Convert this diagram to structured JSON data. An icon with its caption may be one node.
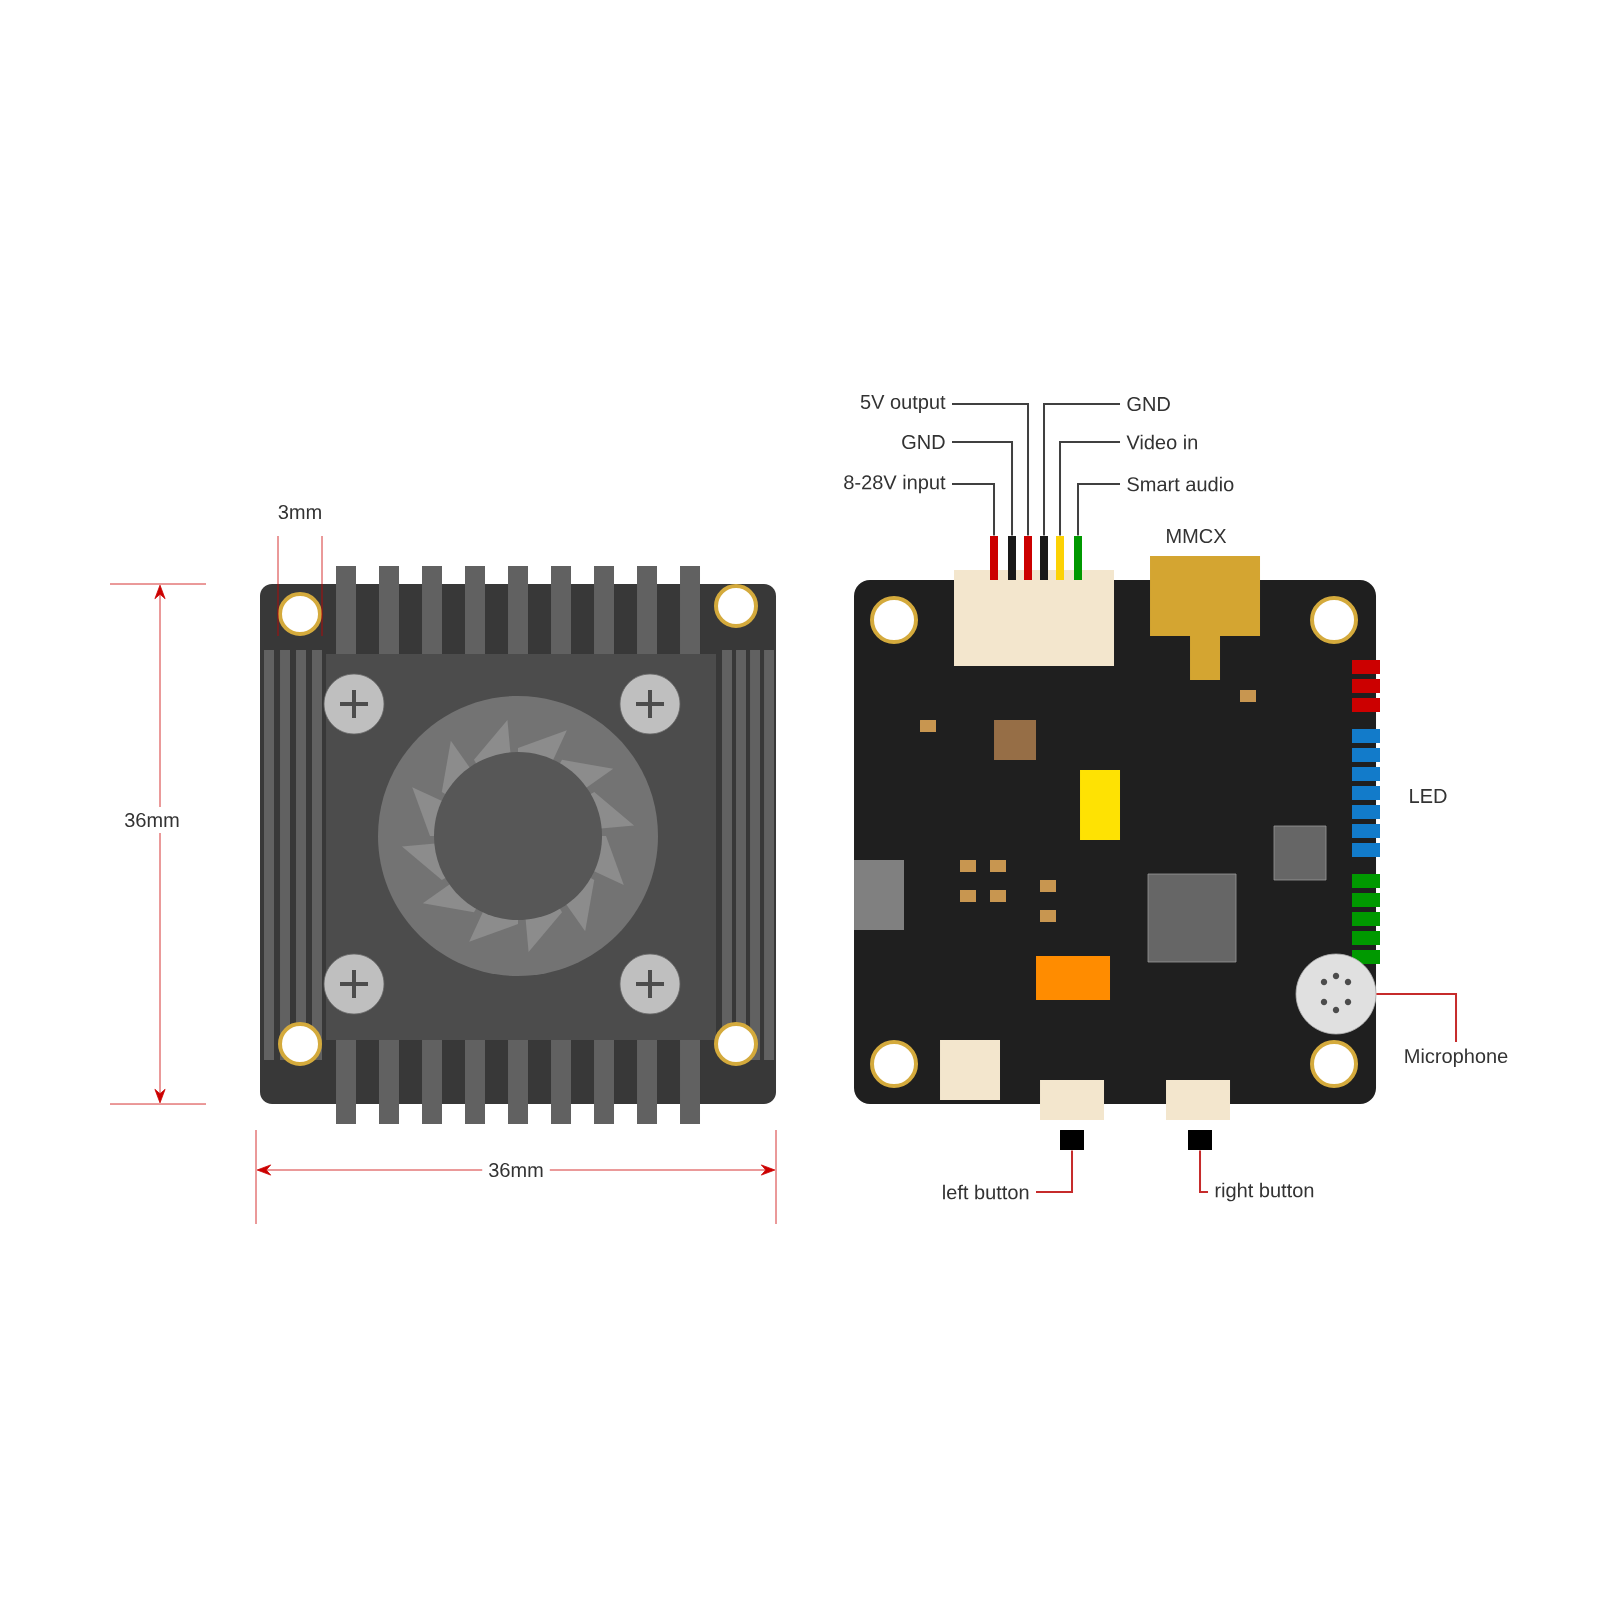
{
  "diagram": {
    "nodes": [
      {
        "text": [
          "5V output"
        ]
      },
      {
        "text": [
          "GND"
        ]
      },
      {
        "text": [
          "8-28V input"
        ]
      },
      {
        "text": [
          "GND"
        ]
      },
      {
        "text": [
          "Video in"
        ]
      },
      {
        "text": [
          "Smart audio"
        ]
      },
      {
        "text": [],
        "shape": "bar"
      },
      {
        "text": [],
        "shape": "bar"
      },
      {
        "text": [],
        "shape": "bar"
      },
      {
        "text": [],
        "shape": "bar"
      },
      {
        "text": [],
        "shape": "bar"
      },
      {
        "text": [],
        "shape": "bar"
      },
      {
        "text": [],
        "shape": "circle"
      },
      {
        "text": [
          "Microphone"
        ]
      },
      {
        "text": [],
        "shape": "box"
      },
      {
        "text": [],
        "shape": "box"
      },
      {
        "text": [
          "left button"
        ]
      },
      {
        "text": [
          "right button"
        ]
      }
    ],
    "edges": [
      {
        "from": 2,
        "to": 6,
        "arrow": "none"
      },
      {
        "from": 1,
        "to": 7,
        "arrow": "none"
      },
      {
        "from": 0,
        "to": 8,
        "arrow": "none"
      },
      {
        "from": 3,
        "to": 9,
        "arrow": "none"
      },
      {
        "from": 4,
        "to": 10,
        "arrow": "none"
      },
      {
        "from": 5,
        "to": 11,
        "arrow": "none"
      },
      {
        "from": 13,
        "to": 12,
        "arrow": "none",
        "color": "#c62b2b"
      },
      {
        "from": 16,
        "to": 14,
        "arrow": "none",
        "color": "#c62b2b"
      },
      {
        "from": 17,
        "to": 15,
        "arrow": "none",
        "color": "#c62b2b"
      }
    ],
    "labels": [
      "3mm",
      "36mm",
      "36mm",
      "MMCX",
      "LED"
    ]
  }
}
